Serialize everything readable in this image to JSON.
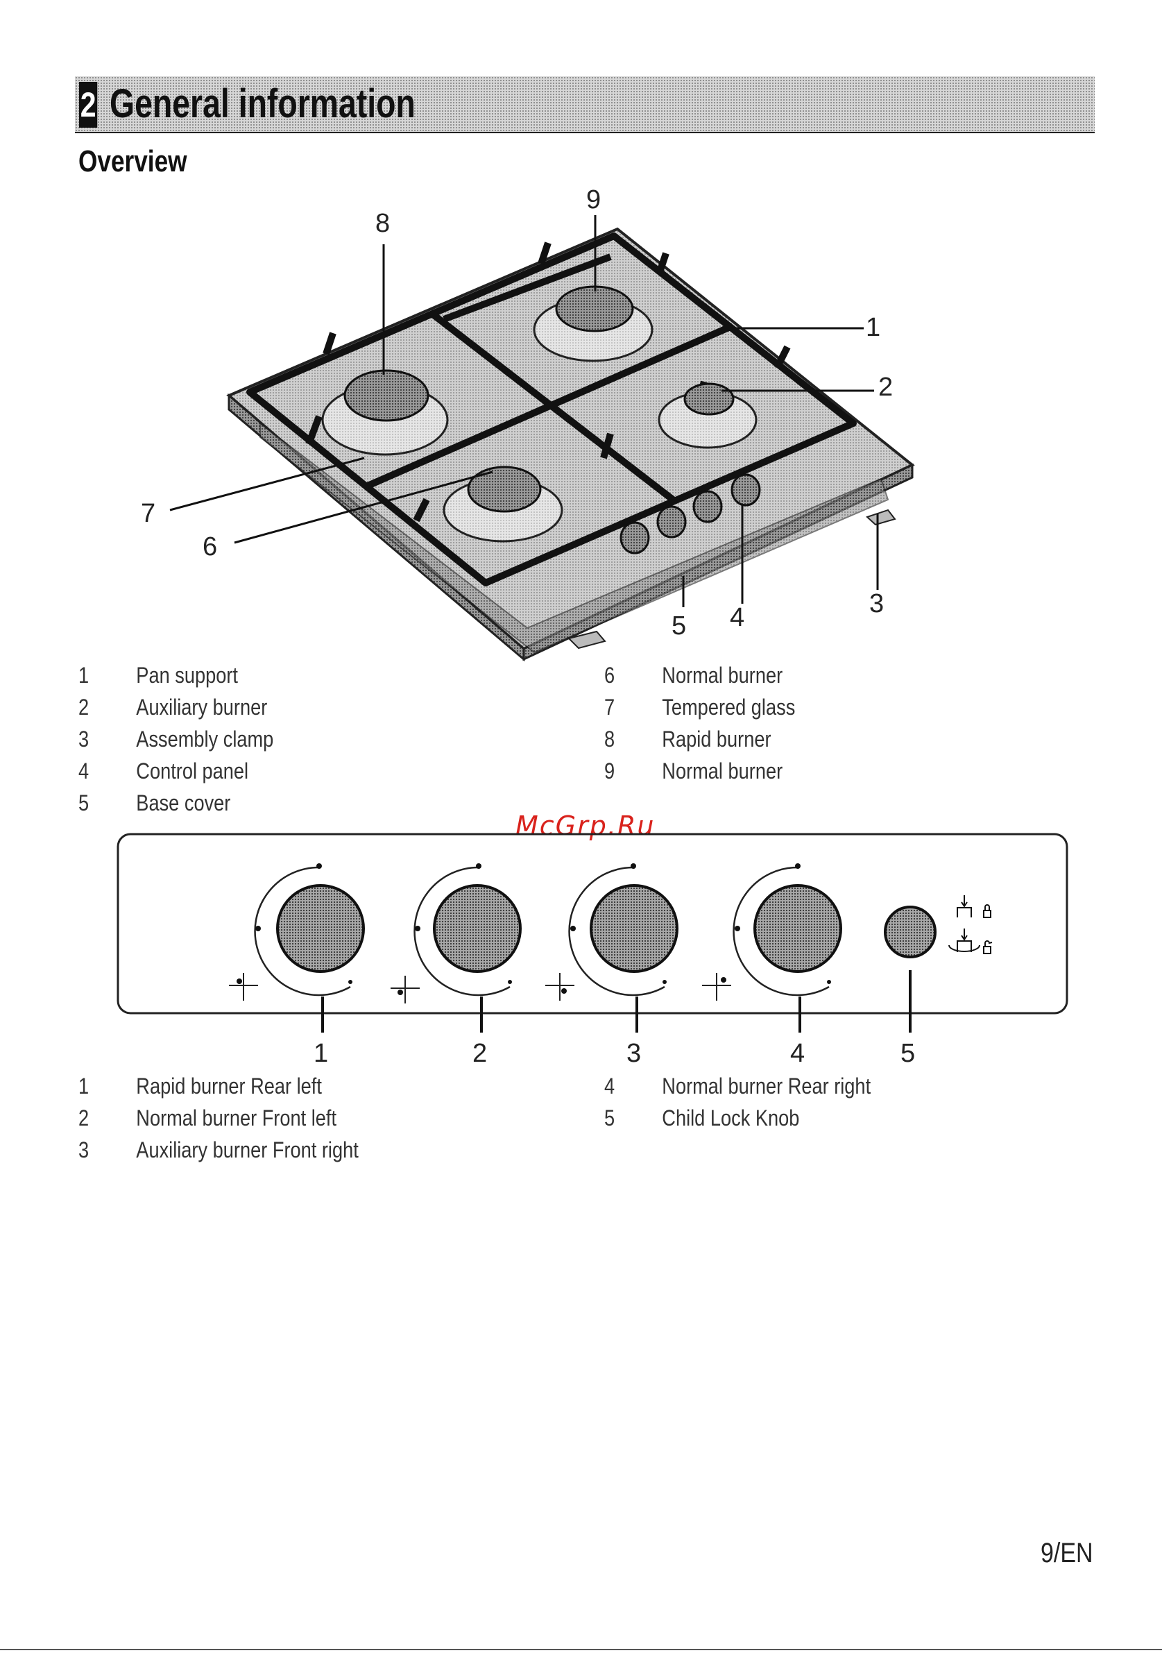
{
  "header": {
    "chapter_number": "2",
    "chapter_title": "General information"
  },
  "section_title": "Overview",
  "hob_diagram": {
    "callouts": [
      "1",
      "2",
      "3",
      "4",
      "5",
      "6",
      "7",
      "8",
      "9"
    ]
  },
  "parts_legend": {
    "left": [
      {
        "num": "1",
        "label": "Pan support"
      },
      {
        "num": "2",
        "label": "Auxiliary burner"
      },
      {
        "num": "3",
        "label": "Assembly clamp"
      },
      {
        "num": "4",
        "label": "Control panel"
      },
      {
        "num": "5",
        "label": "Base cover"
      }
    ],
    "right": [
      {
        "num": "6",
        "label": "Normal burner"
      },
      {
        "num": "7",
        "label": "Tempered glass"
      },
      {
        "num": "8",
        "label": "Rapid burner"
      },
      {
        "num": "9",
        "label": "Normal burner"
      }
    ]
  },
  "watermark": "McGrp.Ru",
  "control_panel": {
    "callouts": [
      "1",
      "2",
      "3",
      "4",
      "5"
    ]
  },
  "knobs_legend": {
    "left": [
      {
        "num": "1",
        "label": "Rapid burner Rear left"
      },
      {
        "num": "2",
        "label": "Normal burner Front left"
      },
      {
        "num": "3",
        "label": "Auxiliary burner Front right"
      }
    ],
    "right": [
      {
        "num": "4",
        "label": "Normal burner Rear right"
      },
      {
        "num": "5",
        "label": "Child Lock Knob"
      }
    ]
  },
  "page_number": "9/EN"
}
